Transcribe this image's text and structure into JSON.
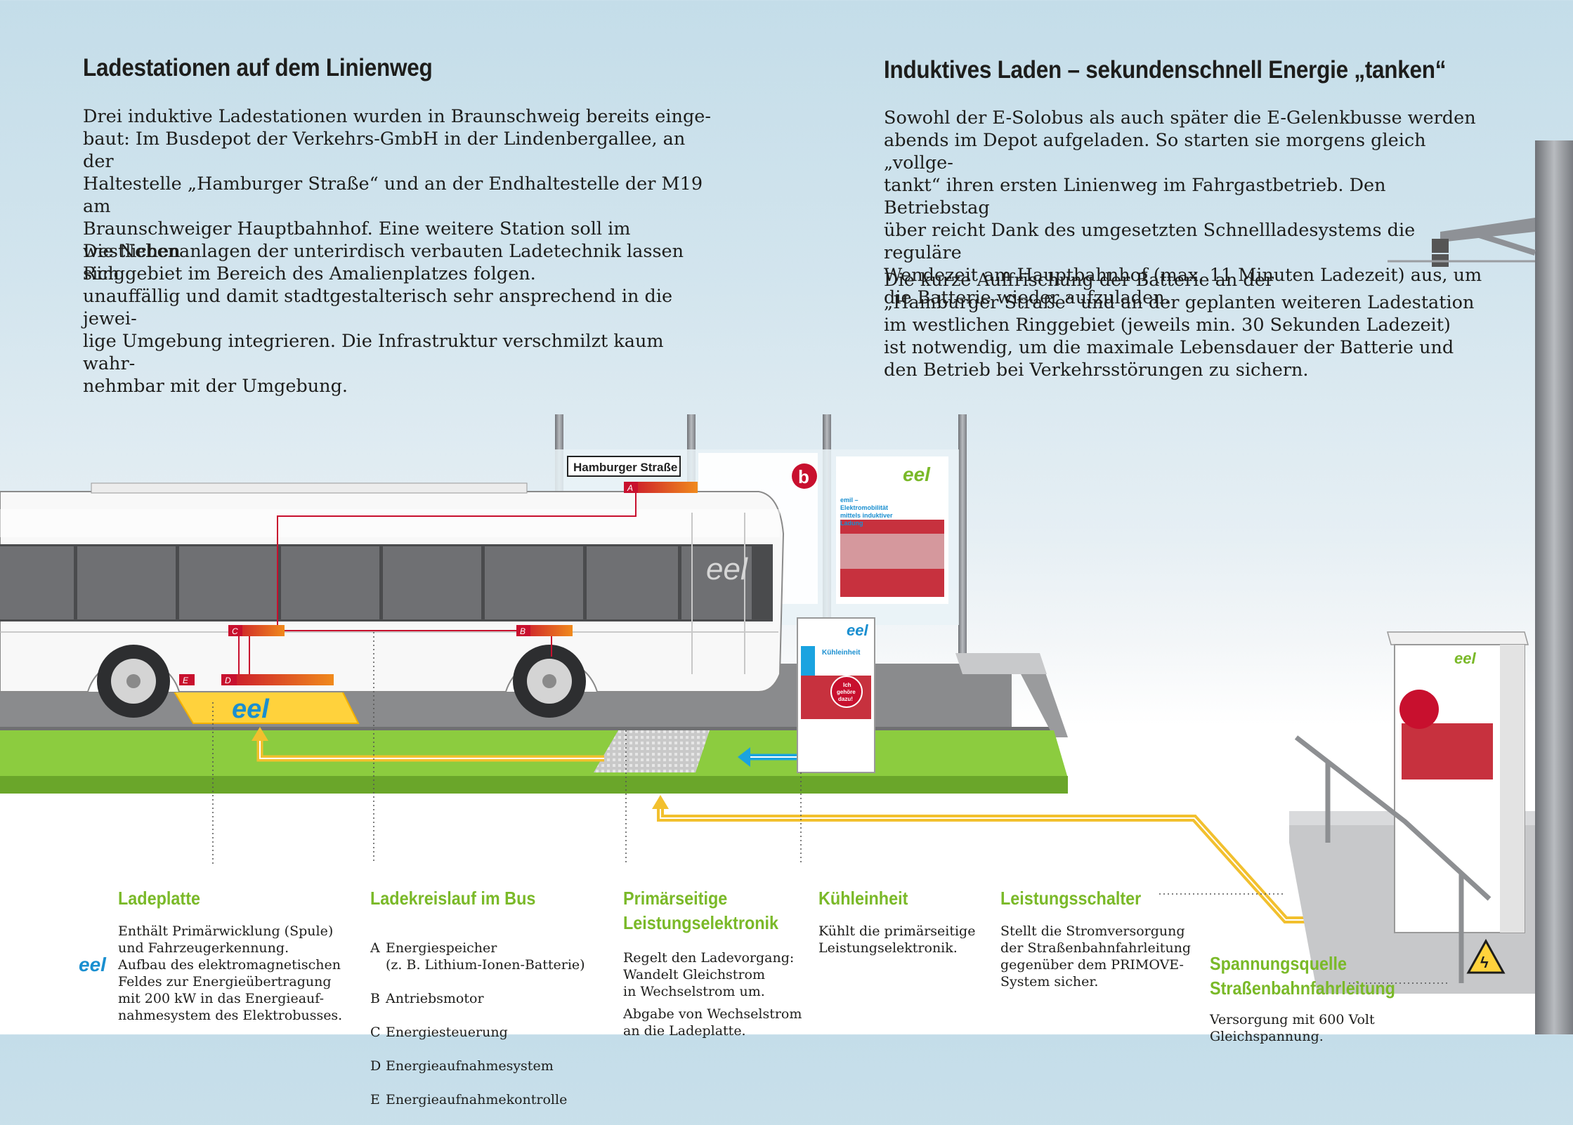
{
  "left_column": {
    "heading": "Ladestationen auf dem Linienweg",
    "paragraph1": "Drei induktive Ladestationen wurden in Braunschweig bereits einge-\nbaut: Im Busdepot der Verkehrs-GmbH in der Lindenbergallee, an der\nHaltestelle „Hamburger Straße“ und an der Endhaltestelle der M19 am\nBraunschweiger Hauptbahnhof. Eine weitere Station soll im westlichen\nRinggebiet im Bereich des Amalienplatzes folgen.",
    "paragraph2": "Die Nebenanlagen der unterirdisch verbauten Ladetechnik lassen sich\nunauffällig und damit stadtgestalterisch sehr ansprechend in die jewei-\nlige Umgebung integrieren. Die Infrastruktur verschmilzt kaum wahr-\nnehmbar mit der Umgebung."
  },
  "right_column": {
    "heading": "Induktives Laden – sekundenschnell Energie „tanken“",
    "paragraph1": "Sowohl der E-Solobus als auch später die E-Gelenkbusse werden\nabends im Depot aufgeladen. So starten sie morgens gleich „vollge-\ntankt“ ihren ersten Linienweg im Fahrgastbetrieb. Den Betriebstag\nüber reicht Dank des umgesetzten Schnellladesystems die reguläre\nWendezeit am Hauptbahnhof (max. 11 Minuten Ladezeit) aus, um\ndie Batterie wieder aufzuladen.",
    "paragraph2": "Die kurze Auffrischung der Batterie an der\n„Hamburger Straße“ und an der geplanten weiteren Ladestation\nim westlichen Ringgebiet (jeweils min. 30 Sekunden Ladezeit)\nist notwendig, um die maximale Lebensdauer der Batterie und\nden Betrieb bei Verkehrsstörungen zu sichern."
  },
  "illustration": {
    "stop_sign": "Hamburger Straße",
    "markers": [
      "A",
      "B",
      "C",
      "D",
      "E"
    ],
    "poster_title": "emil –\nElektromobilität\nmittels induktiver\nLadung",
    "cooling_unit_title": "Kühleinheit",
    "cooling_unit_badge": "Ich\ngehöre\ndazu!",
    "colors": {
      "accent_green": "#7ab928",
      "marker_red": "#c8102e",
      "flow_yellow": "#f2c02e",
      "flow_blue": "#1aa3e0",
      "pad_yellow": "#ffd23c"
    }
  },
  "labels": {
    "ladeplatte": {
      "title": "Ladeplatte",
      "text": "Enthält Primärwicklung (Spule)\nund Fahrzeugerkennung.\nAufbau des elektromagnetischen\nFeldes zur Energieübertragung\nmit 200 kW in das Energieauf-\nnahmesystem des Elektrobusses."
    },
    "ladekreislauf": {
      "title": "Ladekreislauf im Bus",
      "items": [
        {
          "key": "A",
          "text": "Energiespeicher\n(z. B. Lithium-Ionen-Batterie)"
        },
        {
          "key": "B",
          "text": "Antriebsmotor"
        },
        {
          "key": "C",
          "text": "Energiesteuerung"
        },
        {
          "key": "D",
          "text": "Energieaufnahmesystem"
        },
        {
          "key": "E",
          "text": "Energieaufnahmekontrolle"
        }
      ]
    },
    "leistungselektronik": {
      "title": "Primärseitige\nLeistungselektronik",
      "text1": "Regelt den Ladevorgang:\nWandelt Gleichstrom\nin Wechselstrom um.",
      "text2": "Abgabe von Wechselstrom\nan die Ladeplatte."
    },
    "kuehleinheit": {
      "title": "Kühleinheit",
      "text": "Kühlt die primärseitige\nLeistungselektronik."
    },
    "leistungsschalter": {
      "title": "Leistungsschalter",
      "text": "Stellt die Stromversorgung\nder Straßenbahnfahrleitung\ngegenüber dem PRIMOVE-\nSystem sicher."
    },
    "spannungsquelle": {
      "title": "Spannungsquelle\nStraßenbahnfahrleitung",
      "text": "Versorgung mit 600 Volt\nGleichspannung."
    }
  }
}
